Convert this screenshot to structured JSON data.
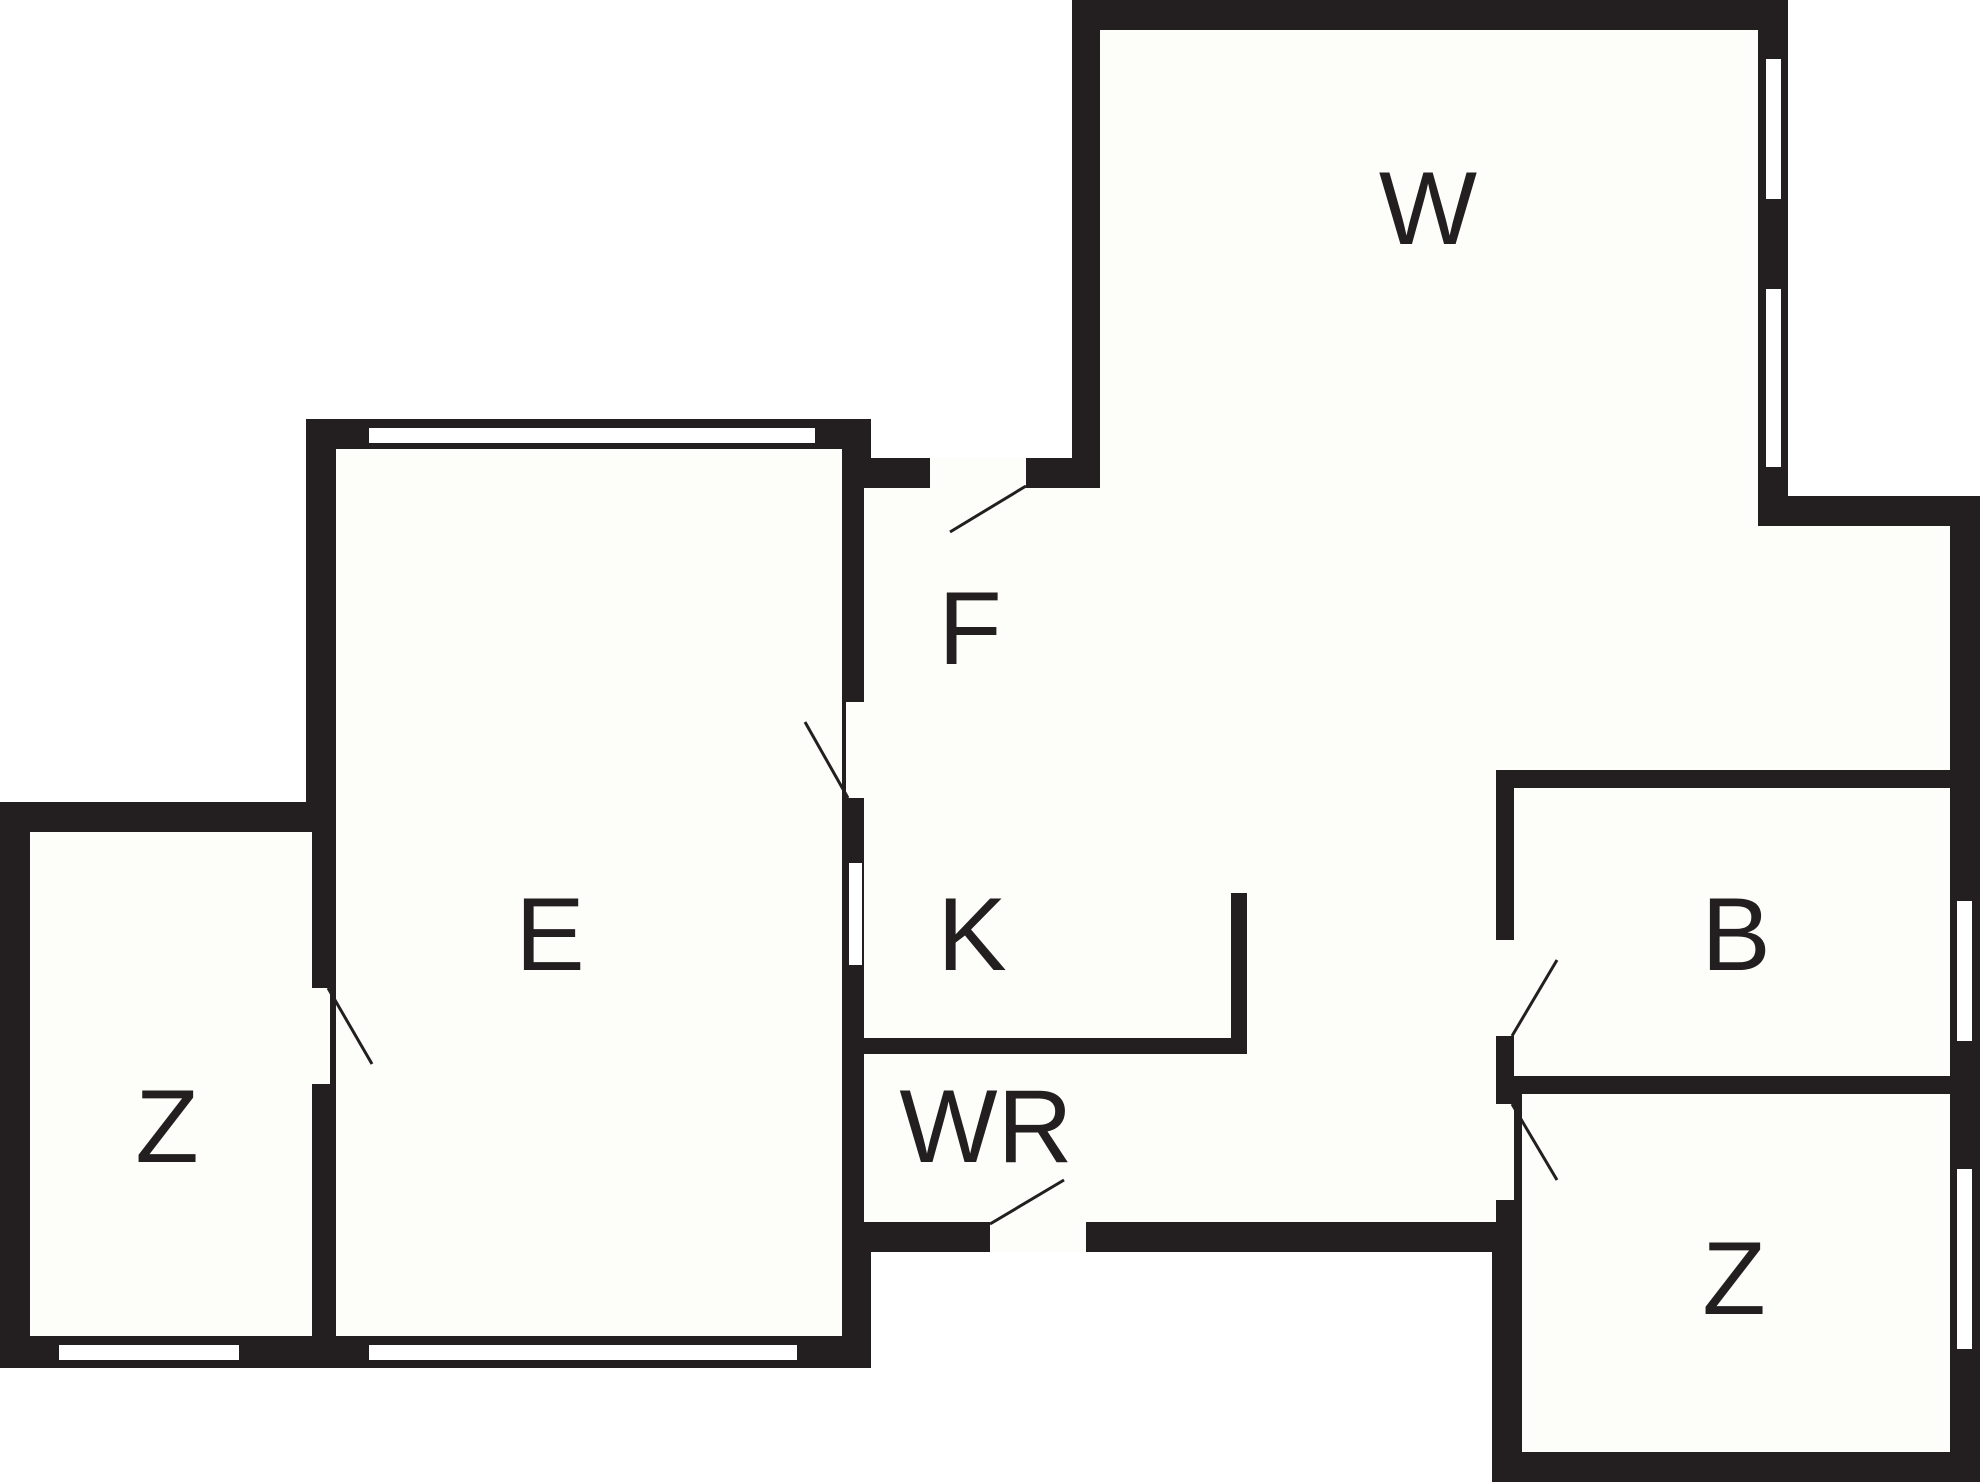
{
  "colors": {
    "wall": "#231f20",
    "floor": "#fdfef9",
    "window": "#ffffff",
    "background": "#ffffff"
  },
  "rooms": {
    "z_left": "Z",
    "e": "E",
    "f": "F",
    "k": "K",
    "wr": "WR",
    "w": "W",
    "b": "B",
    "z_right": "Z"
  }
}
